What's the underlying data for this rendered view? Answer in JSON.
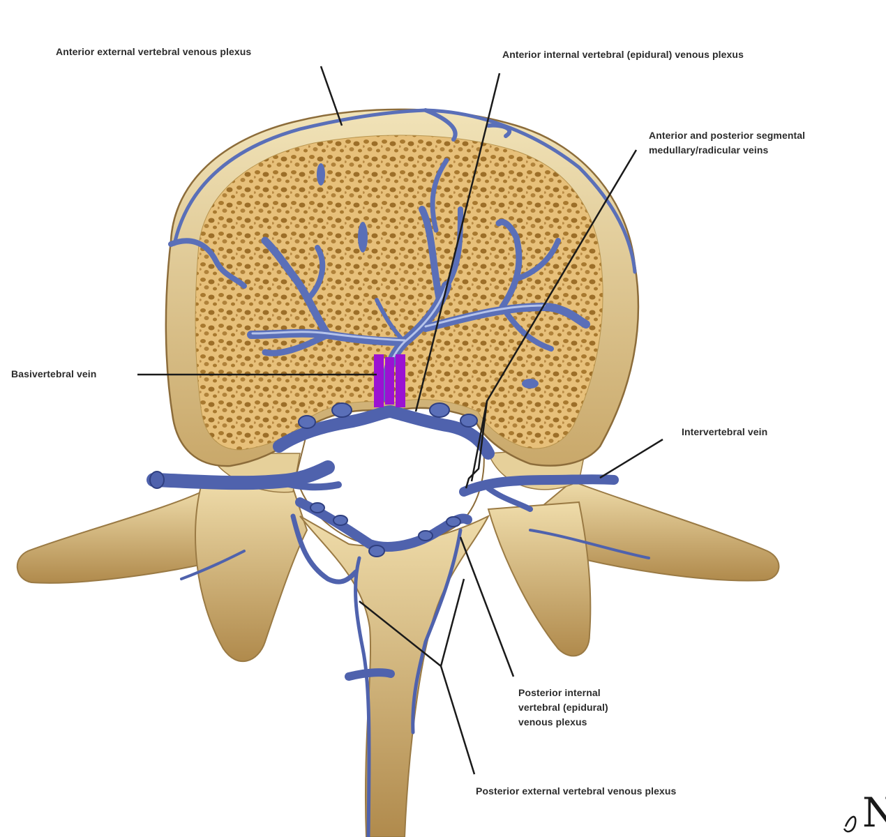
{
  "labels": {
    "anterior_external": "Anterior external vertebral venous plexus",
    "anterior_internal": "Anterior internal vertebral (epidural) venous plexus",
    "segmental_line1": "Anterior and posterior segmental",
    "segmental_line2": "medullary/radicular veins",
    "basivertebral": "Basivertebral vein",
    "intervertebral": "Intervertebral vein",
    "posterior_internal_line1": "Posterior internal",
    "posterior_internal_line2": "vertebral (epidural)",
    "posterior_internal_line3": "venous plexus",
    "posterior_external": "Posterior external vertebral venous plexus"
  },
  "colors": {
    "bone_cortex": "#e8d7a6",
    "bone_cancellous": "#e7c07a",
    "trabecular_pore": "#a8792f",
    "vein": "#5a6fb8",
    "vein_highlight": "#b6c4ea",
    "marker": "#9b12d2",
    "leader_line": "#1a1a1a"
  },
  "signature": "N"
}
